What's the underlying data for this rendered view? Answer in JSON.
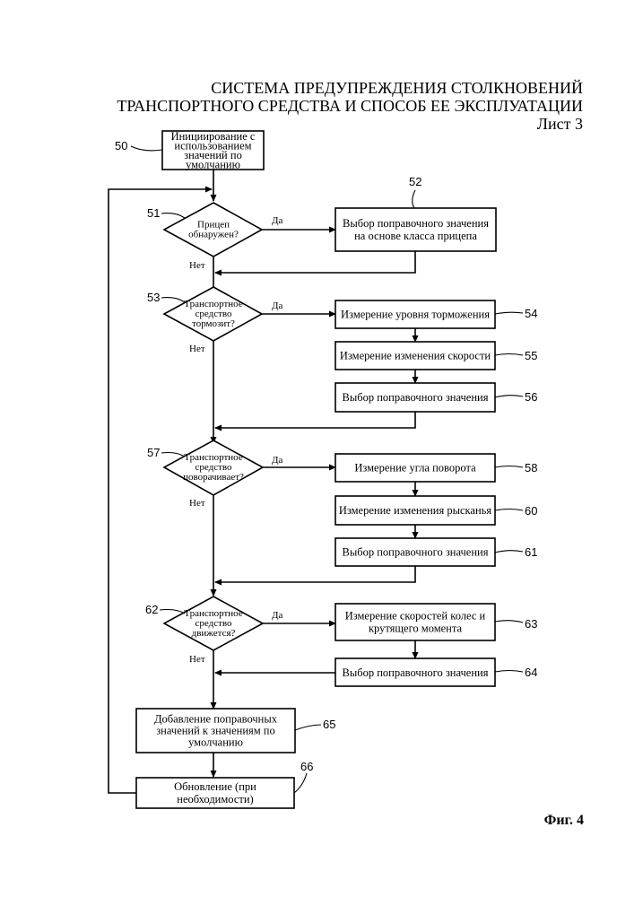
{
  "header": {
    "title_line1": "СИСТЕМА ПРЕДУПРЕЖДЕНИЯ СТОЛКНОВЕНИЙ",
    "title_line2": "ТРАНСПОРТНОГО СРЕДСТВА И СПОСОБ ЕЕ ЭКСПЛУАТАЦИИ",
    "sheet": "Лист 3"
  },
  "figure_label": "Фиг. 4",
  "flowchart": {
    "start": {
      "ref": "50",
      "lines": [
        "Инициирование с",
        "использованием",
        "значений по",
        "умолчанию"
      ]
    },
    "decisions": [
      {
        "ref": "51",
        "lines": [
          "Прицеп",
          "обнаружен?"
        ],
        "yes": "Да",
        "no": "Нет"
      },
      {
        "ref": "53",
        "lines": [
          "Транспортное",
          "средство",
          "тормозит?"
        ],
        "yes": "Да",
        "no": "Нет"
      },
      {
        "ref": "57",
        "lines": [
          "Транспортное",
          "средство",
          "поворачивает?"
        ],
        "yes": "Да",
        "no": "Нет"
      },
      {
        "ref": "62",
        "lines": [
          "Транспортное",
          "средство",
          "движется?"
        ],
        "yes": "Да",
        "no": "Нет"
      }
    ],
    "processes": [
      {
        "ref": "52",
        "lines": [
          "Выбор поправочного значения",
          "на основе класса прицепа"
        ]
      },
      {
        "ref": "54",
        "lines": [
          "Измерение уровня торможения"
        ]
      },
      {
        "ref": "55",
        "lines": [
          "Измерение изменения скорости"
        ]
      },
      {
        "ref": "56",
        "lines": [
          "Выбор поправочного значения"
        ]
      },
      {
        "ref": "58",
        "lines": [
          "Измерение угла поворота"
        ]
      },
      {
        "ref": "60",
        "lines": [
          "Измерение изменения рысканья"
        ]
      },
      {
        "ref": "61",
        "lines": [
          "Выбор поправочного значения"
        ]
      },
      {
        "ref": "63",
        "lines": [
          "Измерение скоростей колес и",
          "крутящего момента"
        ]
      },
      {
        "ref": "64",
        "lines": [
          "Выбор поправочного значения"
        ]
      },
      {
        "ref": "65",
        "lines": [
          "Добавление поправочных",
          "значений к значениям по",
          "умолчанию"
        ]
      },
      {
        "ref": "66",
        "lines": [
          "Обновление (при",
          "необходимости)"
        ]
      }
    ]
  }
}
